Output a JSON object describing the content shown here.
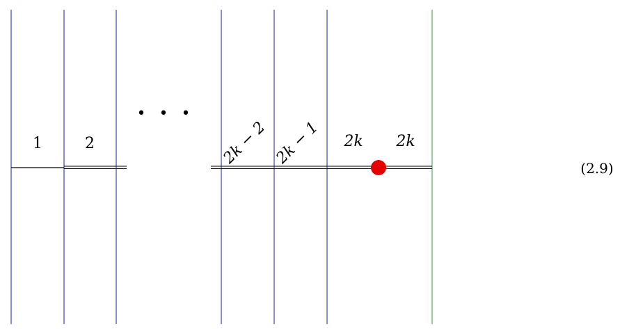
{
  "labels": {
    "region_1": "1",
    "region_2": "2",
    "region_2k_minus_2": "2k − 2",
    "region_2k_minus_1": "2k − 1",
    "region_2k_a": "2k",
    "region_2k_b": "2k",
    "ellipsis": "• • •"
  },
  "equation_number": "(2.9)",
  "colors": {
    "vertical_line": "#1a1aa8",
    "boundary_line": "#2e9e2e",
    "horizontal_line": "#000000",
    "marker": "#e60000"
  }
}
